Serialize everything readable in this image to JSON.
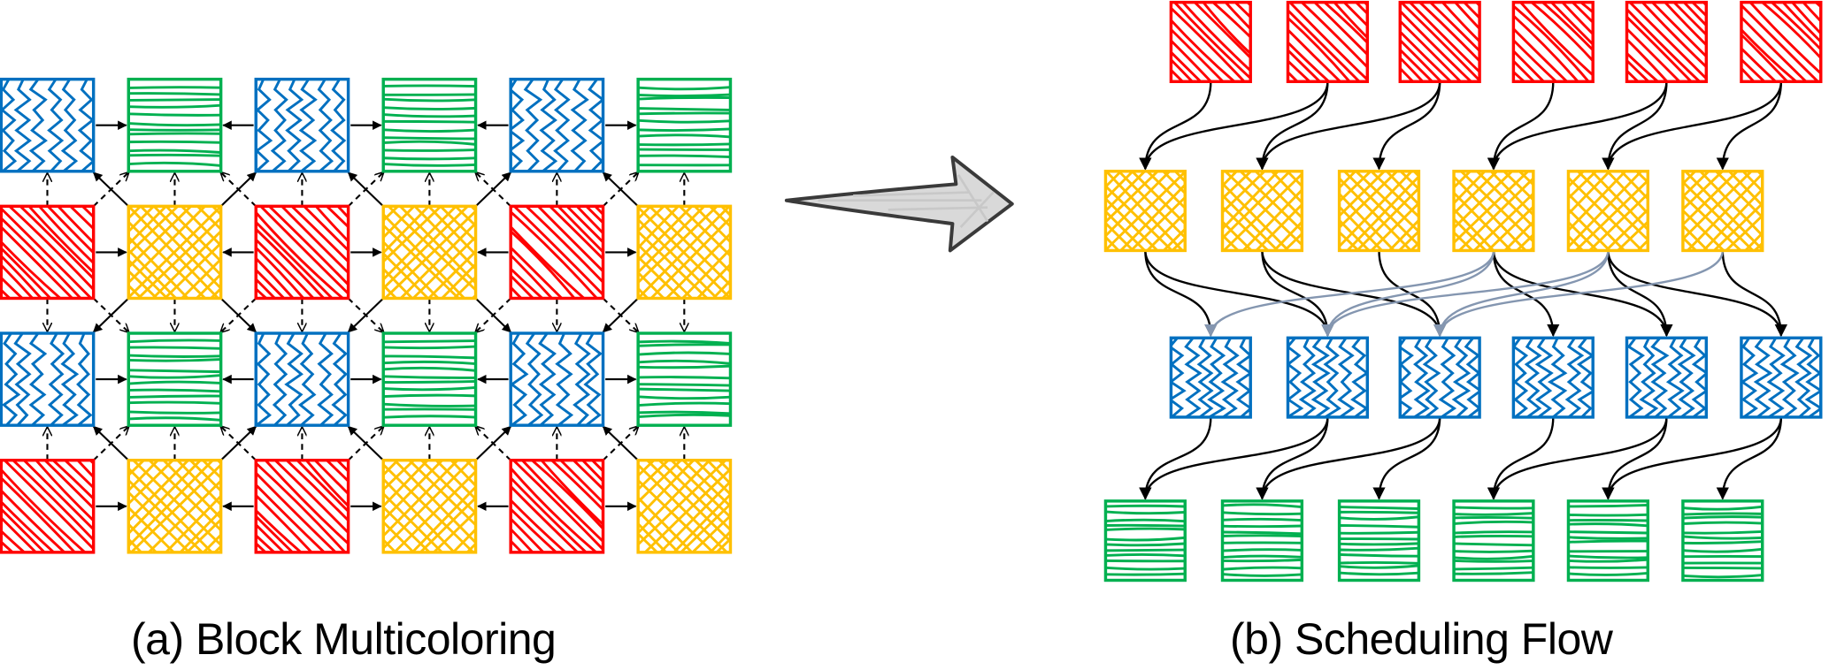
{
  "figure": {
    "captions": {
      "a": "(a) Block Multicoloring",
      "b": "(b) Scheduling Flow"
    },
    "colors": {
      "red": "#ff0000",
      "yellow": "#ffc000",
      "blue": "#0070c0",
      "green": "#00b050",
      "arrow": "#000000",
      "cross_arrow": "#8496b0",
      "big_arrow_fill": "#d9d9d9",
      "big_arrow_stroke": "#3a3a3a"
    },
    "color_patterns": {
      "red": "diagonal-hatch",
      "yellow": "cross-hatch",
      "blue": "zigzag",
      "green": "horizontal-lines"
    },
    "panel_a": {
      "title": "Block Multicoloring",
      "rows": 4,
      "cols": 6,
      "grid": [
        [
          "blue",
          "green",
          "blue",
          "green",
          "blue",
          "green"
        ],
        [
          "red",
          "yellow",
          "red",
          "yellow",
          "red",
          "yellow"
        ],
        [
          "blue",
          "green",
          "blue",
          "green",
          "blue",
          "green"
        ],
        [
          "red",
          "yellow",
          "red",
          "yellow",
          "red",
          "yellow"
        ]
      ],
      "edge_styles": {
        "horizontal": "solid",
        "vertical": "dashed",
        "diagonal_from_yellow": "solid",
        "diagonal_from_red": "dashed"
      }
    },
    "transition_arrow": "block-arrow-right",
    "panel_b": {
      "title": "Scheduling Flow",
      "stages": [
        {
          "color": "red",
          "count": 6
        },
        {
          "color": "yellow",
          "count": 6
        },
        {
          "color": "blue",
          "count": 6
        },
        {
          "color": "green",
          "count": 6
        }
      ],
      "edges": [
        {
          "from_stage": 0,
          "pairs": [
            [
              0,
              0
            ],
            [
              1,
              0
            ],
            [
              1,
              1
            ],
            [
              2,
              1
            ],
            [
              2,
              2
            ],
            [
              3,
              3
            ],
            [
              4,
              3
            ],
            [
              4,
              4
            ],
            [
              5,
              4
            ],
            [
              5,
              5
            ]
          ],
          "style": "black"
        },
        {
          "from_stage": 1,
          "pairs": [
            [
              0,
              0
            ],
            [
              0,
              1
            ],
            [
              1,
              1
            ],
            [
              1,
              2
            ],
            [
              2,
              2
            ],
            [
              3,
              3
            ],
            [
              3,
              4
            ],
            [
              4,
              4
            ],
            [
              4,
              5
            ],
            [
              5,
              5
            ]
          ],
          "style": "black"
        },
        {
          "from_stage": 1,
          "pairs": [
            [
              3,
              0
            ],
            [
              3,
              1
            ],
            [
              4,
              1
            ],
            [
              4,
              2
            ],
            [
              5,
              2
            ]
          ],
          "style": "grey"
        },
        {
          "from_stage": 2,
          "pairs": [
            [
              0,
              0
            ],
            [
              1,
              0
            ],
            [
              1,
              1
            ],
            [
              2,
              1
            ],
            [
              2,
              2
            ],
            [
              3,
              3
            ],
            [
              4,
              3
            ],
            [
              4,
              4
            ],
            [
              5,
              4
            ],
            [
              5,
              5
            ]
          ],
          "style": "black"
        }
      ]
    }
  }
}
